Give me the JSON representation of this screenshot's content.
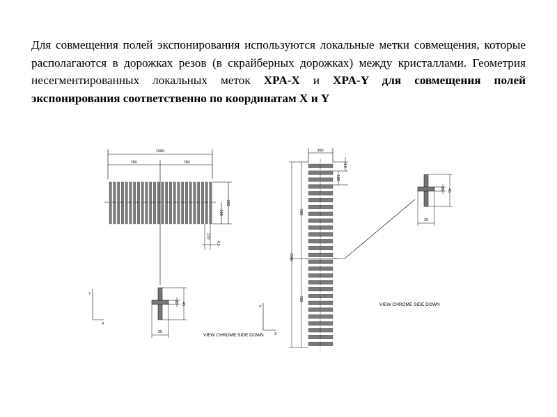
{
  "paragraph": {
    "part1": "Для совмещения полей экспонирования используются локальные метки совмещения, которые располагаются в дорожках резов (в скрайберных дорожках) между кристаллами. Геометрия несегментированных локальных меток ",
    "bold1": "XPA-X",
    "part2": " и ",
    "bold2": "XPA-Y для совмещения полей экспонирования соответственно по координатам X и Y"
  },
  "diagram_x": {
    "dim_total": "1560",
    "dim_half_left": "780",
    "dim_half_right": "780",
    "dim_height": "360",
    "dim_inner_height": "180",
    "dim_small_1": "135",
    "dim_small_2": "4,5",
    "detail_dim_v1": "45",
    "detail_dim_v2": "25",
    "detail_dim_h": "25",
    "axis_y": "Y",
    "axis_x": "X",
    "view_label": "VIEW CHROME SIDE DOWN"
  },
  "diagram_y": {
    "dim_width": "360",
    "dim_top_1": "4,5",
    "dim_top_2": "180",
    "dim_upper_half": "780",
    "dim_total": "1560",
    "dim_lower_half": "780",
    "detail_dim_v1": "45",
    "detail_dim_v2": "25",
    "detail_dim_h": "25",
    "axis_y": "Y",
    "axis_x": "X",
    "view_label": "VIEW CHROME SIDE DOWN"
  }
}
